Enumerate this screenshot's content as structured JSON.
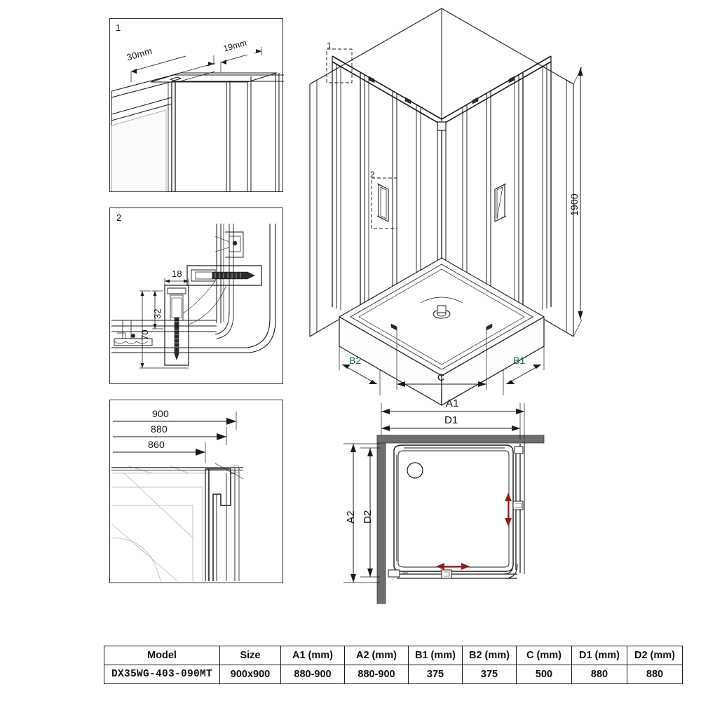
{
  "document": {
    "type": "technical-drawing",
    "subject": "corner-entry sliding shower enclosure"
  },
  "details": {
    "panel1": {
      "number": "1",
      "dim_left": "30mm",
      "dim_right": "19mm"
    },
    "panel2": {
      "number": "2",
      "dim_width": "18",
      "dim_mid": "32",
      "dim_total": "70"
    },
    "panel3": {
      "dim_outer": "900",
      "dim_mid": "880",
      "dim_inner": "860"
    }
  },
  "iso_view": {
    "callout_1": "1",
    "callout_2": "2",
    "height_label": "1900",
    "dim_b2": "B2",
    "dim_b1": "B1",
    "dim_c": "C"
  },
  "plan_view": {
    "dim_a1": "A1",
    "dim_d1": "D1",
    "dim_a2": "A2",
    "dim_d2": "D2"
  },
  "colors": {
    "line": "#1a1a1a",
    "green_label": "#1d6b43",
    "gold_header": "#b99a55",
    "arrow_red": "#8b1f1f",
    "wall_gray": "#6e6e6e"
  },
  "spec_table": {
    "headers": [
      "Model",
      "Size",
      "A1 (mm)",
      "A2 (mm)",
      "B1 (mm)",
      "B2 (mm)",
      "C (mm)",
      "D1 (mm)",
      "D2 (mm)"
    ],
    "header_colors": [
      "gold",
      "gold",
      "black",
      "black",
      "green",
      "green",
      "black",
      "black",
      "black"
    ],
    "rows": [
      {
        "model": "DX35WG-403-090MT",
        "size": "900x900",
        "a1": "880-900",
        "a2": "880-900",
        "b1": "375",
        "b2": "375",
        "c": "500",
        "d1": "880",
        "d2": "880"
      }
    ]
  }
}
